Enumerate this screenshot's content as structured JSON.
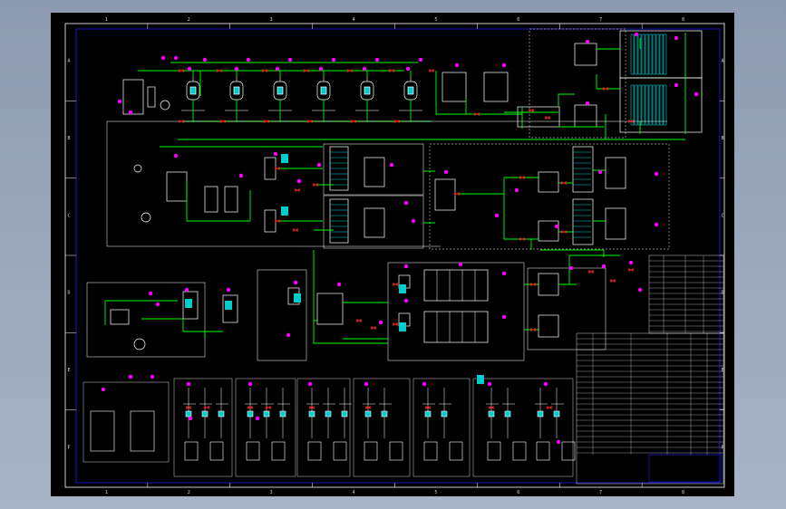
{
  "drawing": {
    "zone_numbers_top": [
      "1",
      "2",
      "3",
      "4",
      "5",
      "6",
      "7",
      "8"
    ],
    "zone_numbers_bottom": [
      "1",
      "2",
      "3",
      "4",
      "5",
      "6",
      "7",
      "8"
    ],
    "zone_letters_left": [
      "A",
      "B",
      "C",
      "D",
      "E",
      "F"
    ],
    "zone_letters_right": [
      "A",
      "B",
      "C",
      "D",
      "E",
      "F"
    ]
  },
  "colors": {
    "background": "#000000",
    "frame": "#ffffff",
    "border_line": "#0000cc",
    "process_pipe": "#00ff00",
    "equipment": "#ffffff",
    "instrument": "#ff00ff",
    "valve": "#ff0000",
    "vessel_fill": "#00cccc"
  }
}
